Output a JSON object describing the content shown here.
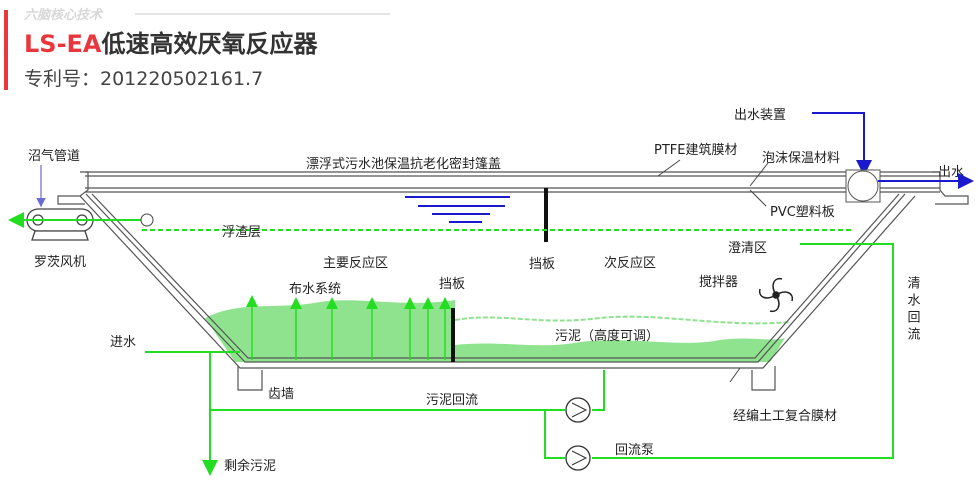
{
  "header": {
    "kicker": "六脑核心技术",
    "title_prefix": "LS-EA",
    "title_main": "低速高效厌氧反应器",
    "patent": "专利号：201220502161.7"
  },
  "labels": {
    "biogas_pipe": "沼气管道",
    "cover": "漂浮式污水池保温抗老化密封篷盖",
    "ptfe": "PTFE建筑膜材",
    "foam": "泡沫保温材料",
    "pvc": "PVC塑料板",
    "outlet_device": "出水装置",
    "outflow": "出水",
    "blower": "罗茨风机",
    "scum": "浮渣层",
    "main_zone": "主要反应区",
    "baffle_top": "挡板",
    "secondary_zone": "次反应区",
    "clarify_zone": "澄清区",
    "distribution": "布水系统",
    "baffle_mid": "挡板",
    "agitator": "搅拌器",
    "inflow": "进水",
    "sludge": "污泥（高度可调）",
    "tooth_wall": "齿墙",
    "sludge_return": "污泥回流",
    "geomembrane": "经编土工复合膜材",
    "return_pump": "回流泵",
    "excess_sludge": "剩余污泥",
    "clear_return": "清水回流"
  },
  "colors": {
    "accent": "#e8383d",
    "green": "#22dd22",
    "blue": "#1a1acc",
    "sludge": "#8fe38f"
  }
}
